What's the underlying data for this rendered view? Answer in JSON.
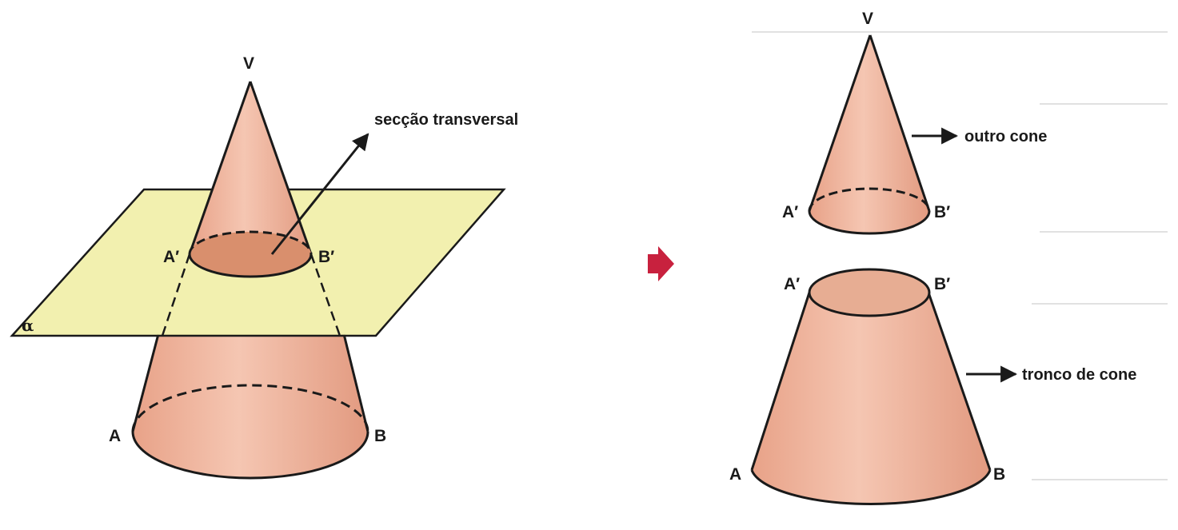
{
  "left_figure": {
    "vertex_label": "V",
    "section_labels": [
      "A′",
      "B′"
    ],
    "base_labels": [
      "A",
      "B"
    ],
    "plane_label": "α",
    "section_caption": "secção transversal"
  },
  "right_figure": {
    "top_cone": {
      "vertex_label": "V",
      "base_labels": [
        "A′",
        "B′"
      ],
      "caption": "outro cone"
    },
    "frustum": {
      "top_labels": [
        "A′",
        "B′"
      ],
      "bottom_labels": [
        "A",
        "B"
      ],
      "caption": "tronco de cone"
    }
  },
  "colors": {
    "cone_fill": "#eeb39b",
    "cone_shade": "#e49d82",
    "section_fill": "#d98f6d",
    "plane_fill": "#f1efa8",
    "arrow_red": "#c8213e",
    "ink": "#1a1a1a"
  }
}
